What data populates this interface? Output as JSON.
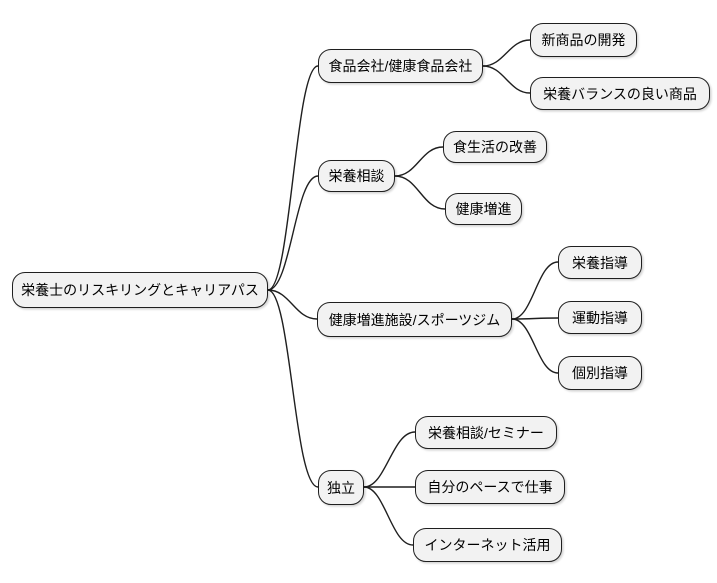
{
  "diagram": {
    "type": "mindmap",
    "root": {
      "label": "栄養士のリスキリングとキャリアパス"
    },
    "branches": [
      {
        "label": "食品会社/健康食品会社",
        "children": [
          {
            "label": "新商品の開発"
          },
          {
            "label": "栄養バランスの良い商品"
          }
        ]
      },
      {
        "label": "栄養相談",
        "children": [
          {
            "label": "食生活の改善"
          },
          {
            "label": "健康増進"
          }
        ]
      },
      {
        "label": "健康増進施設/スポーツジム",
        "children": [
          {
            "label": "栄養指導"
          },
          {
            "label": "運動指導"
          },
          {
            "label": "個別指導"
          }
        ]
      },
      {
        "label": "独立",
        "children": [
          {
            "label": "栄養相談/セミナー"
          },
          {
            "label": "自分のペースで仕事"
          },
          {
            "label": "インターネット活用"
          }
        ]
      }
    ]
  },
  "colors": {
    "background": "#ffffff",
    "node_fill": "#f2f2f2",
    "node_border": "#1f1f1f",
    "edge": "#1f1f1f",
    "text": "#000000"
  }
}
